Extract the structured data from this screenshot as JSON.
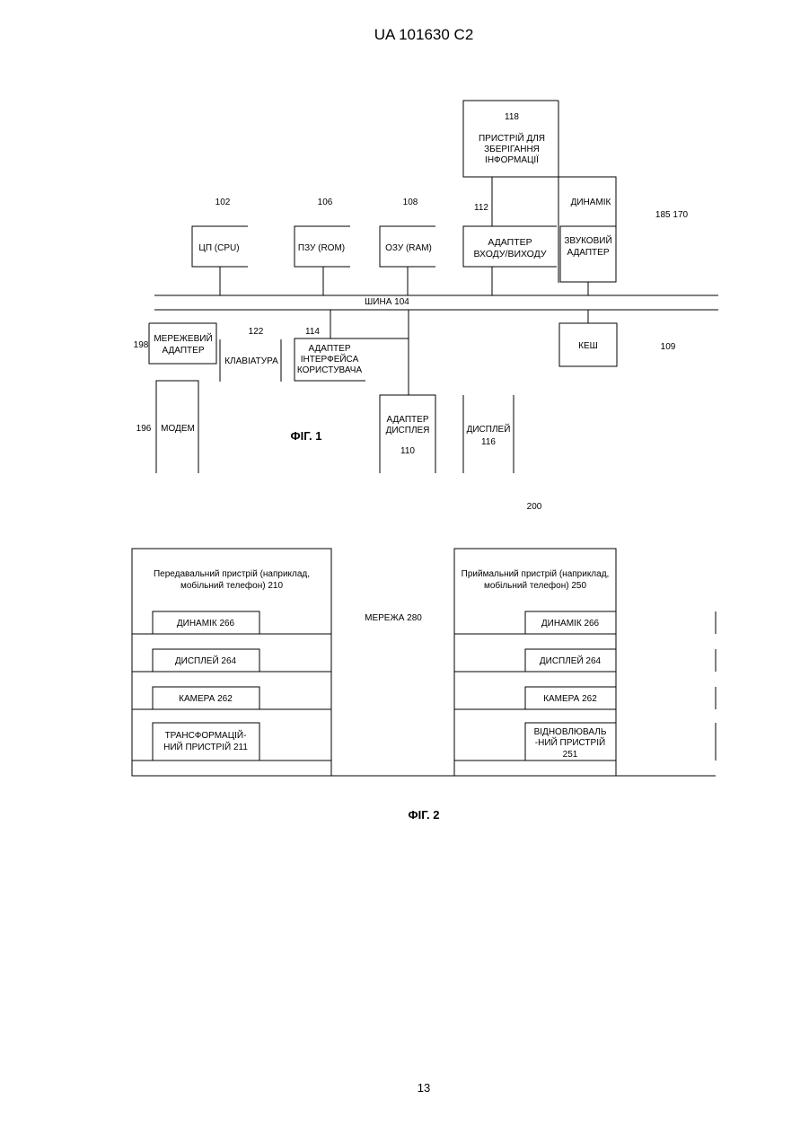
{
  "header": {
    "title": "UA   101630   C2"
  },
  "page_number": "13",
  "fig1": {
    "caption": "ФІГ. 1",
    "refs": {
      "r118": "118",
      "r102": "102",
      "r106": "106",
      "r108": "108",
      "r112": "112",
      "r185170": "185 170",
      "r122": "122",
      "r114": "114",
      "r198": "198",
      "r109": "109",
      "r196": "196",
      "r110": "110",
      "r116": "116"
    },
    "storage": [
      "ПРИСТРІЙ ДЛЯ",
      "ЗБЕРІГАННЯ",
      "ІНФОРМАЦІЇ"
    ],
    "speaker": "ДИНАМІК",
    "cpu": "ЦП (CPU)",
    "rom": "ПЗУ (ROM)",
    "ram": "ОЗУ (RAM)",
    "io_adapter": [
      "АДАПТЕР",
      "ВХОДУ/ВИХОДУ"
    ],
    "sound_adapter": [
      "ЗВУКОВИЙ",
      "АДАПТЕР"
    ],
    "bus": "ШИНА 104",
    "network_adapter": [
      "МЕРЕЖЕВИЙ",
      "АДАПТЕР"
    ],
    "keyboard": "КЛАВІАТУРА",
    "ui_adapter": [
      "АДАПТЕР",
      "ІНТЕРФЕЙСА",
      "КОРИСТУВАЧА"
    ],
    "cache": "КЕШ",
    "modem": "МОДЕМ",
    "display_adapter": [
      "АДАПТЕР",
      "ДИСПЛЕЯ"
    ],
    "display": "ДИСПЛЕЙ"
  },
  "fig2": {
    "caption": "ФІГ. 2",
    "ref200": "200",
    "network": "МЕРЕЖА 280",
    "sender": {
      "title": [
        "Передавальний пристрій (наприклад,",
        "мобільний телефон) 210"
      ],
      "speaker": "ДИНАМІК 266",
      "display": "ДИСПЛЕЙ 264",
      "camera": "КАМЕРА 262",
      "transform": [
        "ТРАНСФОРМАЦІЙ-",
        "НИЙ ПРИСТРІЙ 211"
      ]
    },
    "receiver": {
      "title": [
        "Приймальний пристрій (наприклад,",
        "мобільний телефон) 250"
      ],
      "speaker": "ДИНАМІК 266",
      "display": "ДИСПЛЕЙ 264",
      "camera": "КАМЕРА 262",
      "restore": [
        "ВІДНОВЛЮВАЛЬ",
        "-НИЙ ПРИСТРІЙ",
        "251"
      ]
    }
  }
}
